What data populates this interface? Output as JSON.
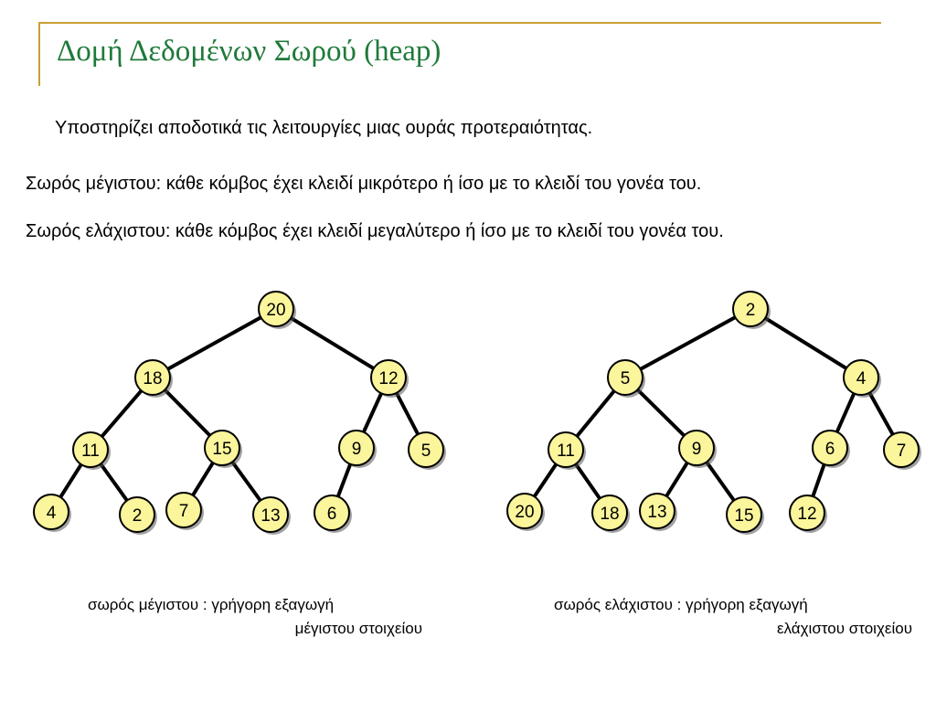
{
  "title": "Δομή Δεδομένων Σωρού (heap)",
  "intro": "Υποστηρίζει αποδοτικά τις λειτουργίες μιας ουράς προτεραιότητας.",
  "max_heap_def": "Σωρός μέγιστου: κάθε κόμβος έχει κλειδί μικρότερο ή ίσο με το κλειδί του γονέα του.",
  "min_heap_def": "Σωρός ελάχιστου: κάθε κόμβος έχει κλειδί μεγαλύτερο ή ίσο με το κλειδί του γονέα του.",
  "colors": {
    "accent": "#c8a033",
    "title": "#1f7a3a",
    "node_fill": "#fbf59b",
    "node_stroke": "#000000"
  },
  "max_heap": {
    "nodes": [
      "20",
      "18",
      "12",
      "11",
      "15",
      "9",
      "5",
      "4",
      "2",
      "7",
      "13",
      "6"
    ],
    "edges": [
      [
        0,
        1
      ],
      [
        0,
        2
      ],
      [
        1,
        3
      ],
      [
        1,
        4
      ],
      [
        2,
        5
      ],
      [
        2,
        6
      ],
      [
        3,
        7
      ],
      [
        3,
        8
      ],
      [
        4,
        9
      ],
      [
        4,
        10
      ],
      [
        5,
        11
      ]
    ],
    "caption_line1": "σωρός μέγιστου : γρήγορη εξαγωγή",
    "caption_line2": "μέγιστου στοιχείου"
  },
  "min_heap": {
    "nodes": [
      "2",
      "5",
      "4",
      "11",
      "9",
      "6",
      "7",
      "20",
      "18",
      "13",
      "15",
      "12"
    ],
    "edges": [
      [
        0,
        1
      ],
      [
        0,
        2
      ],
      [
        1,
        3
      ],
      [
        1,
        4
      ],
      [
        2,
        5
      ],
      [
        2,
        6
      ],
      [
        3,
        7
      ],
      [
        3,
        8
      ],
      [
        4,
        9
      ],
      [
        4,
        10
      ],
      [
        5,
        11
      ]
    ],
    "caption_line1": "σωρός ελάχιστου : γρήγορη εξαγωγή",
    "caption_line2": "ελάχιστου στοιχείου"
  }
}
